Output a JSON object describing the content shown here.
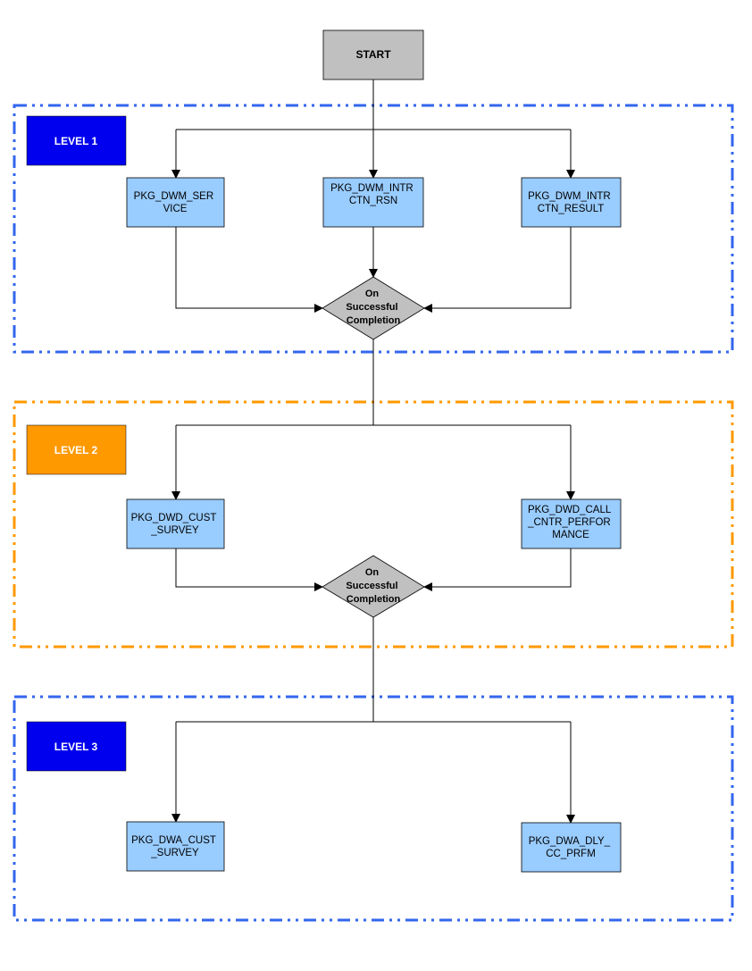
{
  "colors": {
    "level_blue": "#0000ee",
    "level_orange": "#ff9900",
    "frame_blue": "#3366ee",
    "frame_orange": "#ff9900",
    "package_fill": "#99ccff",
    "start_fill": "#c0c0c0",
    "decision_fill": "#c0c0c0"
  },
  "start": {
    "label": "START"
  },
  "levels": [
    {
      "label": "LEVEL 1"
    },
    {
      "label": "LEVEL 2"
    },
    {
      "label": "LEVEL 3"
    }
  ],
  "decisions": [
    {
      "lines": [
        "On",
        "Successful",
        "Completion"
      ]
    },
    {
      "lines": [
        "On",
        "Successful",
        "Completion"
      ]
    }
  ],
  "packages": [
    {
      "lines": [
        "PKG_DWM_SER",
        "VICE"
      ]
    },
    {
      "lines": [
        "PKG_DWM_INTR",
        "CTN_RSN"
      ]
    },
    {
      "lines": [
        "PKG_DWM_INTR",
        "CTN_RESULT"
      ]
    },
    {
      "lines": [
        "PKG_DWD_CUST",
        "_SURVEY"
      ]
    },
    {
      "lines": [
        "PKG_DWD_CALL",
        "_CNTR_PERFOR",
        "MANCE"
      ]
    },
    {
      "lines": [
        "PKG_DWA_CUST",
        "_SURVEY"
      ]
    },
    {
      "lines": [
        "PKG_DWA_DLY_",
        "CC_PRFM"
      ]
    }
  ]
}
